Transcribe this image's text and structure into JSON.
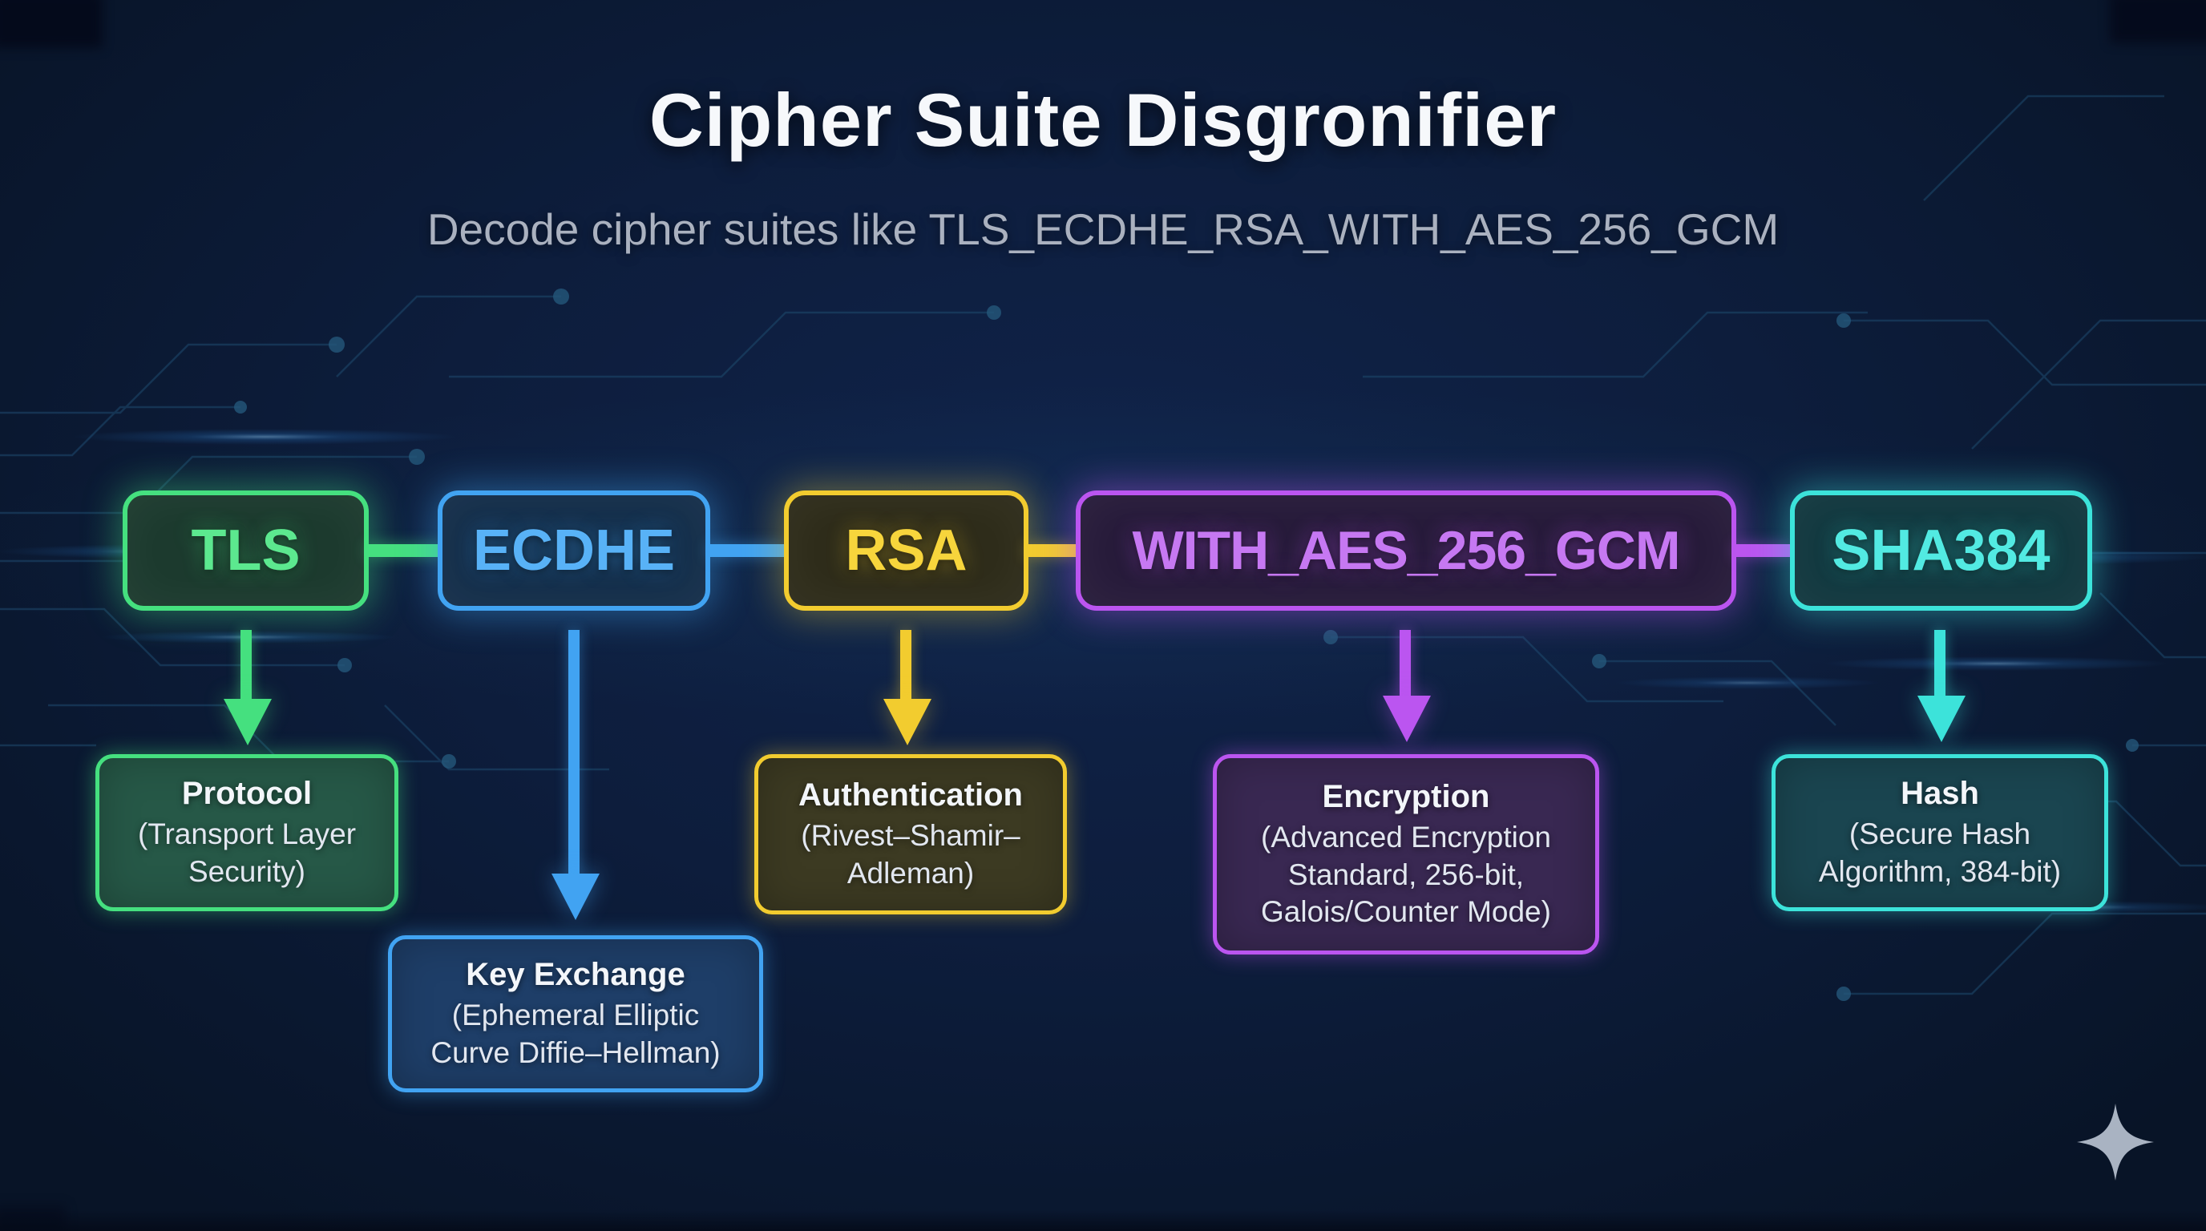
{
  "header": {
    "title": "Cipher Suite Disgronifier",
    "subtitle": "Decode cipher suites like TLS_ECDHE_RSA_WITH_AES_256_GCM"
  },
  "chain": {
    "nodes": [
      {
        "label": "TLS",
        "meaning": {
          "title": "Protocol",
          "detail": "(Transport Layer Security)"
        },
        "colors": {
          "accent": "#45e07f",
          "text": "#5ce88f",
          "box_fill": "#1c3a2e",
          "panel_fill": "#265847",
          "glow": "rgba(69,224,127,0.45)"
        }
      },
      {
        "label": "ECDHE",
        "meaning": {
          "title": "Key Exchange",
          "detail": "(Ephemeral Elliptic Curve Diffie–Hellman)"
        },
        "colors": {
          "accent": "#41a3f2",
          "text": "#58b2f7",
          "box_fill": "#142e4a",
          "panel_fill": "#1e3e68",
          "glow": "rgba(65,163,242,0.45)"
        }
      },
      {
        "label": "RSA",
        "meaning": {
          "title": "Authentication",
          "detail": "(Rivest–Shamir–Adleman)"
        },
        "colors": {
          "accent": "#f2cc2f",
          "text": "#f7d53c",
          "box_fill": "#2e2c1a",
          "panel_fill": "#3c3a22",
          "glow": "rgba(242,204,47,0.4)"
        }
      },
      {
        "label": "WITH_AES_256_GCM",
        "meaning": {
          "title": "Encryption",
          "detail": "(Advanced Encryption Standard, 256-bit, Galois/Counter Mode)"
        },
        "colors": {
          "accent": "#bb55f0",
          "text": "#c678f2",
          "box_fill": "#271b3a",
          "panel_fill": "#392852",
          "glow": "rgba(187,85,240,0.45)"
        }
      },
      {
        "label": "SHA384",
        "meaning": {
          "title": "Hash",
          "detail": "(Secure Hash Algorithm, 384-bit)"
        },
        "colors": {
          "accent": "#3ce3da",
          "text": "#52eae2",
          "box_fill": "#12383f",
          "panel_fill": "#1a4550",
          "glow": "rgba(60,227,218,0.45)"
        }
      }
    ]
  },
  "icons": {
    "sparkle": "four-pointed-sparkle",
    "sparkle_color": "#a9b3c2",
    "down_arrow": "down-arrow"
  },
  "colors": {
    "background": "#0d1d3c",
    "title_text": "#f6f8fb",
    "subtitle_text": "#aab1bf",
    "circuit_trace": "#1e4a6e"
  }
}
